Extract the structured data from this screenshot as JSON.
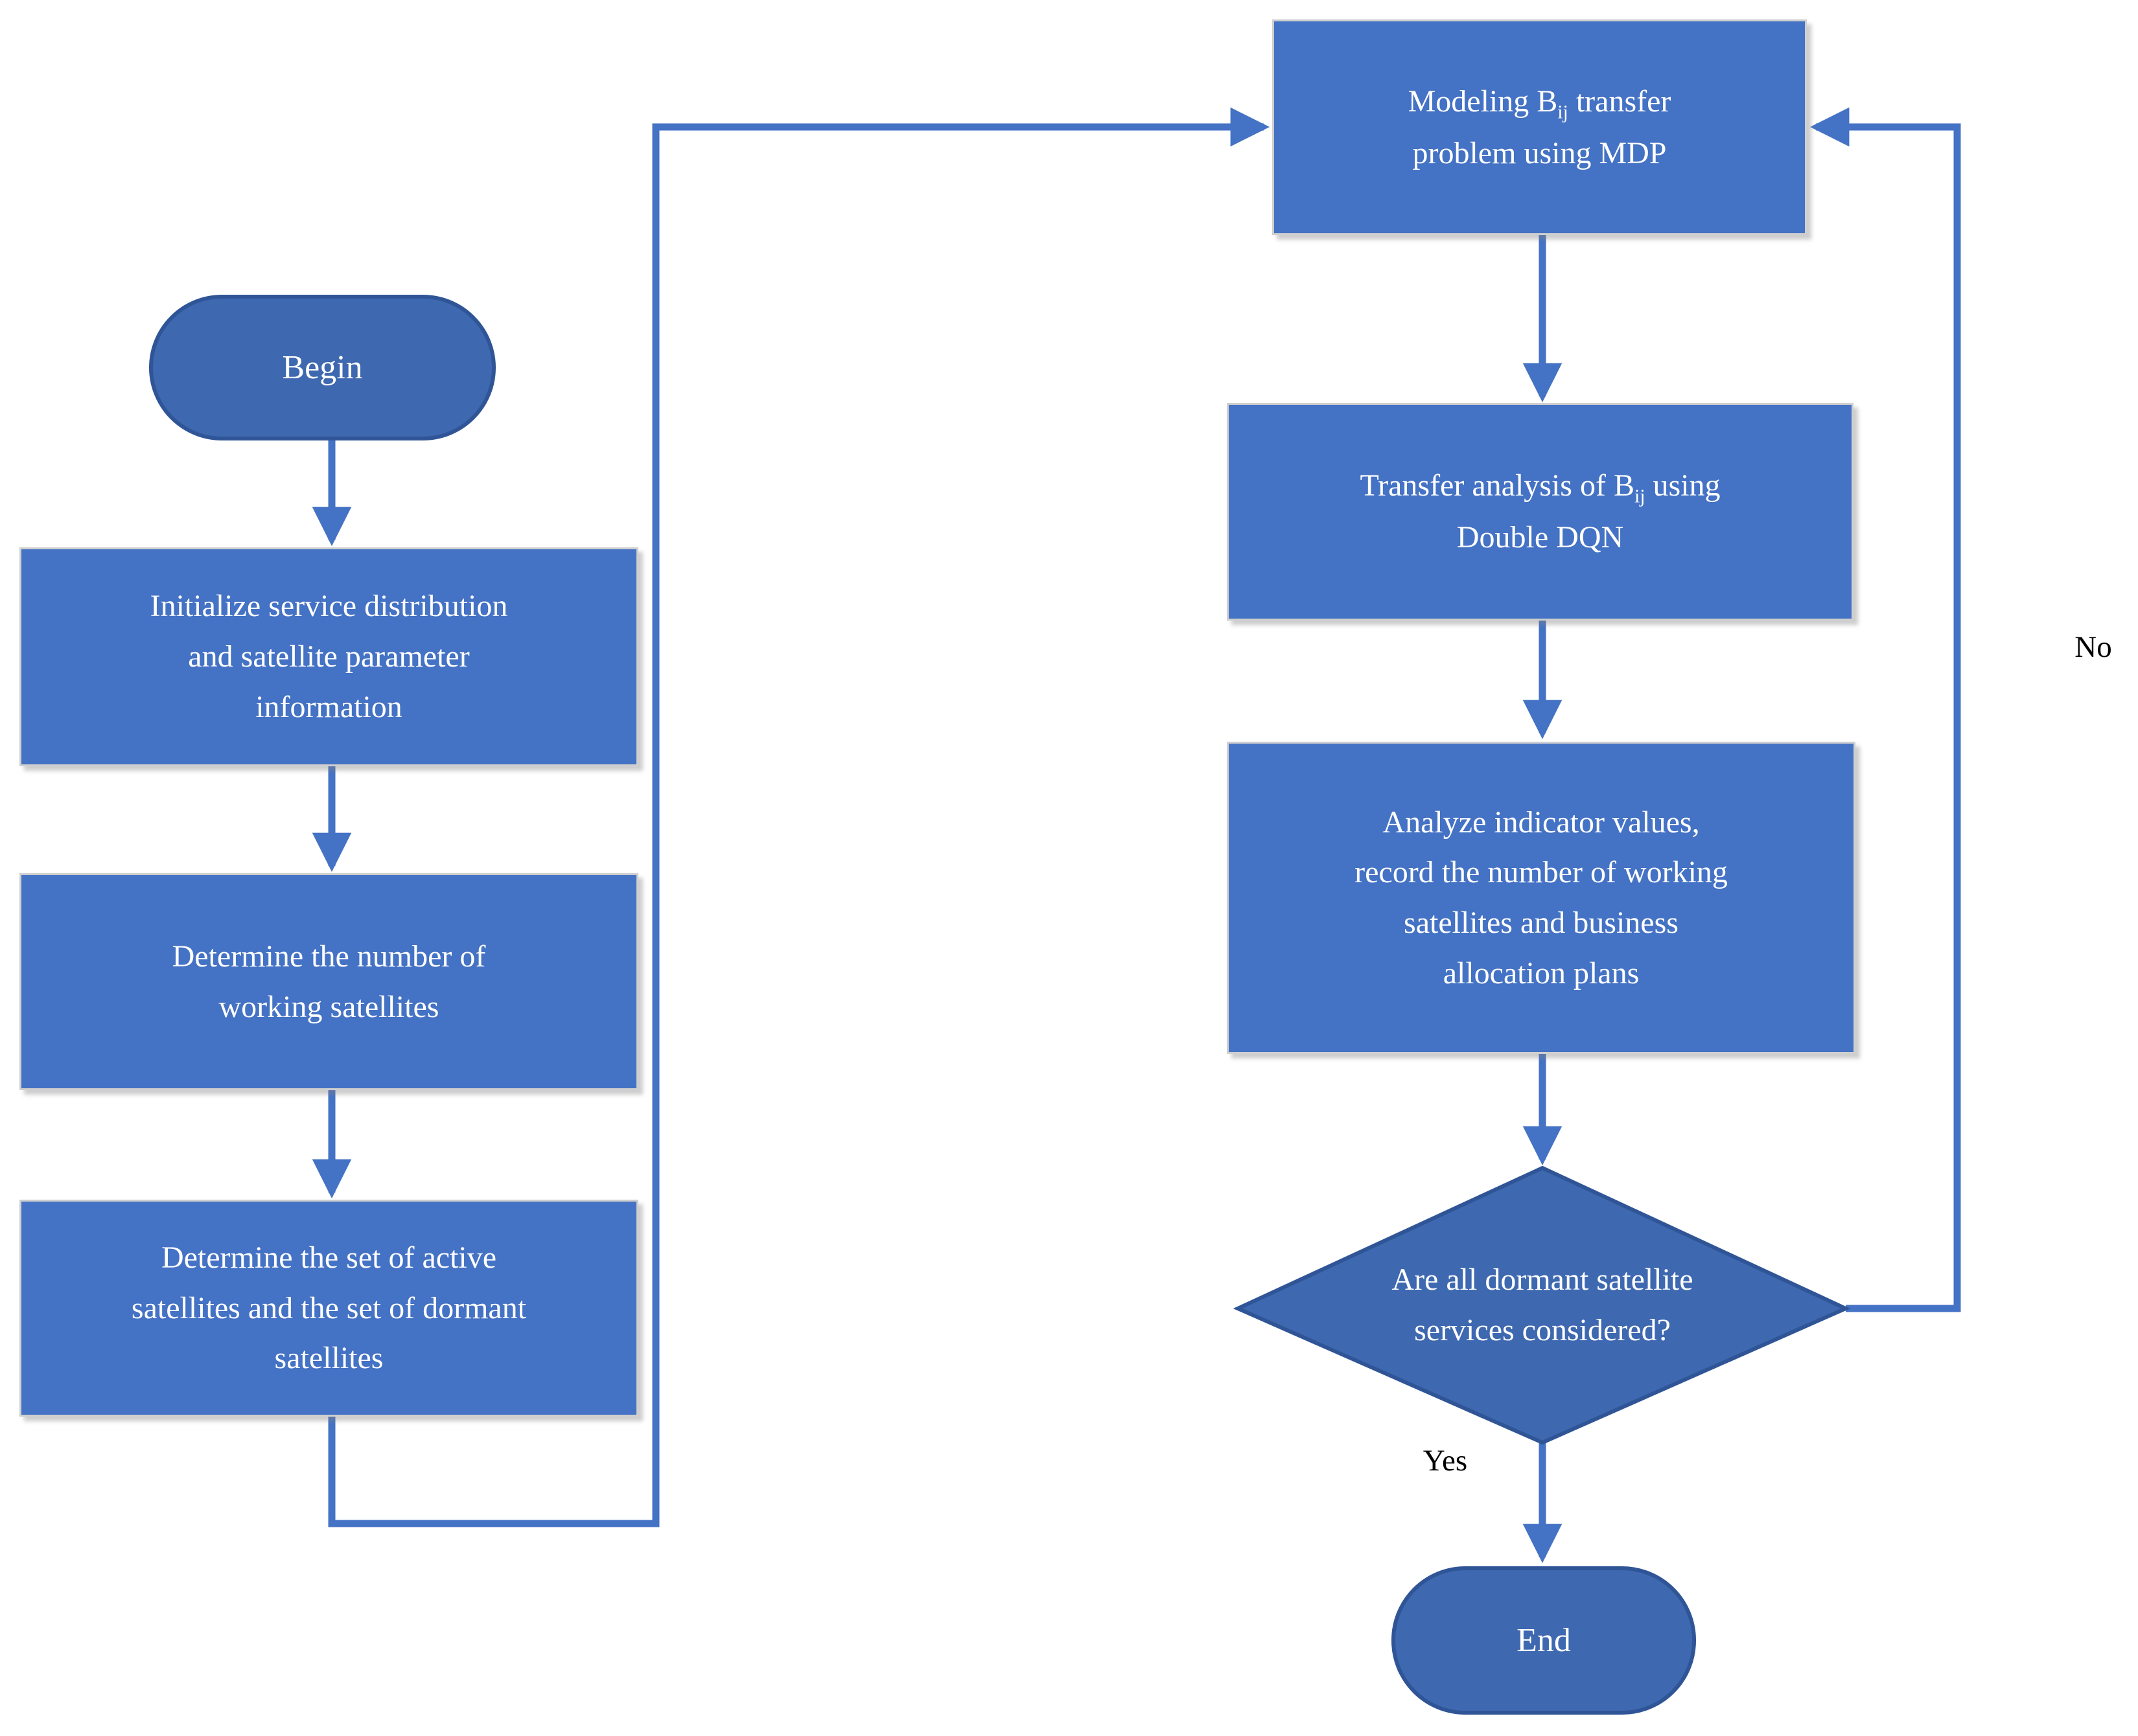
{
  "flowchart": {
    "colors": {
      "process_fill": "#4472C4",
      "terminal_fill": "#3E68B0",
      "terminal_border": "#2F5597",
      "connector": "#4472C4",
      "node_text": "#FFFFFF",
      "edge_label_text": "#000000"
    },
    "nodes": {
      "begin": {
        "label": "Begin"
      },
      "init_box": {
        "lines": [
          "Initialize service distribution",
          "and satellite parameter",
          "information"
        ]
      },
      "working_box": {
        "lines": [
          "Determine the number of",
          "working satellites"
        ]
      },
      "sets_box": {
        "lines": [
          "Determine the set of active",
          "satellites and the set of dormant",
          "satellites"
        ]
      },
      "modeling_box": {
        "line1_pre": "Modeling B",
        "line1_sub": "ij",
        "line1_post": " transfer",
        "line2": "problem using MDP"
      },
      "transfer_box": {
        "line1_pre": "Transfer analysis of B",
        "line1_sub": "ij",
        "line1_post": " using",
        "line2": "Double DQN"
      },
      "analyze_box": {
        "lines": [
          "Analyze indicator values,",
          "record the number of working",
          "satellites and business",
          "allocation plans"
        ]
      },
      "decision_diamond": {
        "lines": [
          "Are all dormant satellite",
          "services considered?"
        ]
      },
      "end": {
        "label": "End"
      }
    },
    "edge_labels": {
      "yes": "Yes",
      "no": "No"
    }
  }
}
